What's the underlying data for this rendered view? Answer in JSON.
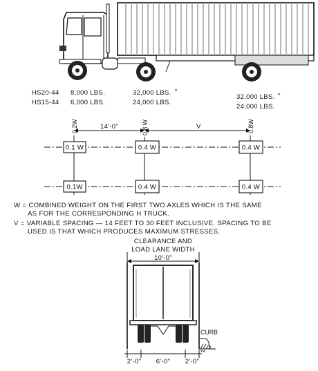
{
  "axle_loads": {
    "hs20": {
      "name": "HS20-44",
      "front": "8,000 LBS.",
      "middle": "32,000 LBS.",
      "rear": "32,000 LBS."
    },
    "hs15": {
      "name": "HS15-44",
      "front": "6,000 LBS.",
      "middle": "24,000 LBS.",
      "rear": "24,000 LBS."
    },
    "star": "*",
    "double_star": "**"
  },
  "axle_fractions": {
    "front": "0.2W",
    "middle": "0.8 W",
    "rear": "0.8W"
  },
  "spacing": {
    "fixed": "14'-0\"",
    "variable": "V"
  },
  "wheel_boxes": {
    "row1": [
      "0.1 W",
      "0.4 W",
      "0.4 W"
    ],
    "row2": [
      "0.1W",
      "0.4 W",
      "0.4 W"
    ]
  },
  "notes": {
    "w_line1": "W = COMBINED WEIGHT ON THE FIRST TWO AXLES WHICH IS THE SAME",
    "w_line2": "AS FOR THE CORRESPONDING H TRUCK.",
    "v_line1": "V = VARIABLE SPACING — 14 FEET TO 30 FEET INCLUSIVE. SPACING TO BE",
    "v_line2": "USED IS THAT WHICH PRODUCES MAXIMUM STRESSES."
  },
  "clearance": {
    "title1": "CLEARANCE AND",
    "title2": "LOAD LANE WIDTH",
    "width": "10'-0\"",
    "curb": "CURB",
    "left": "2'-0\"",
    "middle": "6'-0\"",
    "right": "2'-0\""
  }
}
